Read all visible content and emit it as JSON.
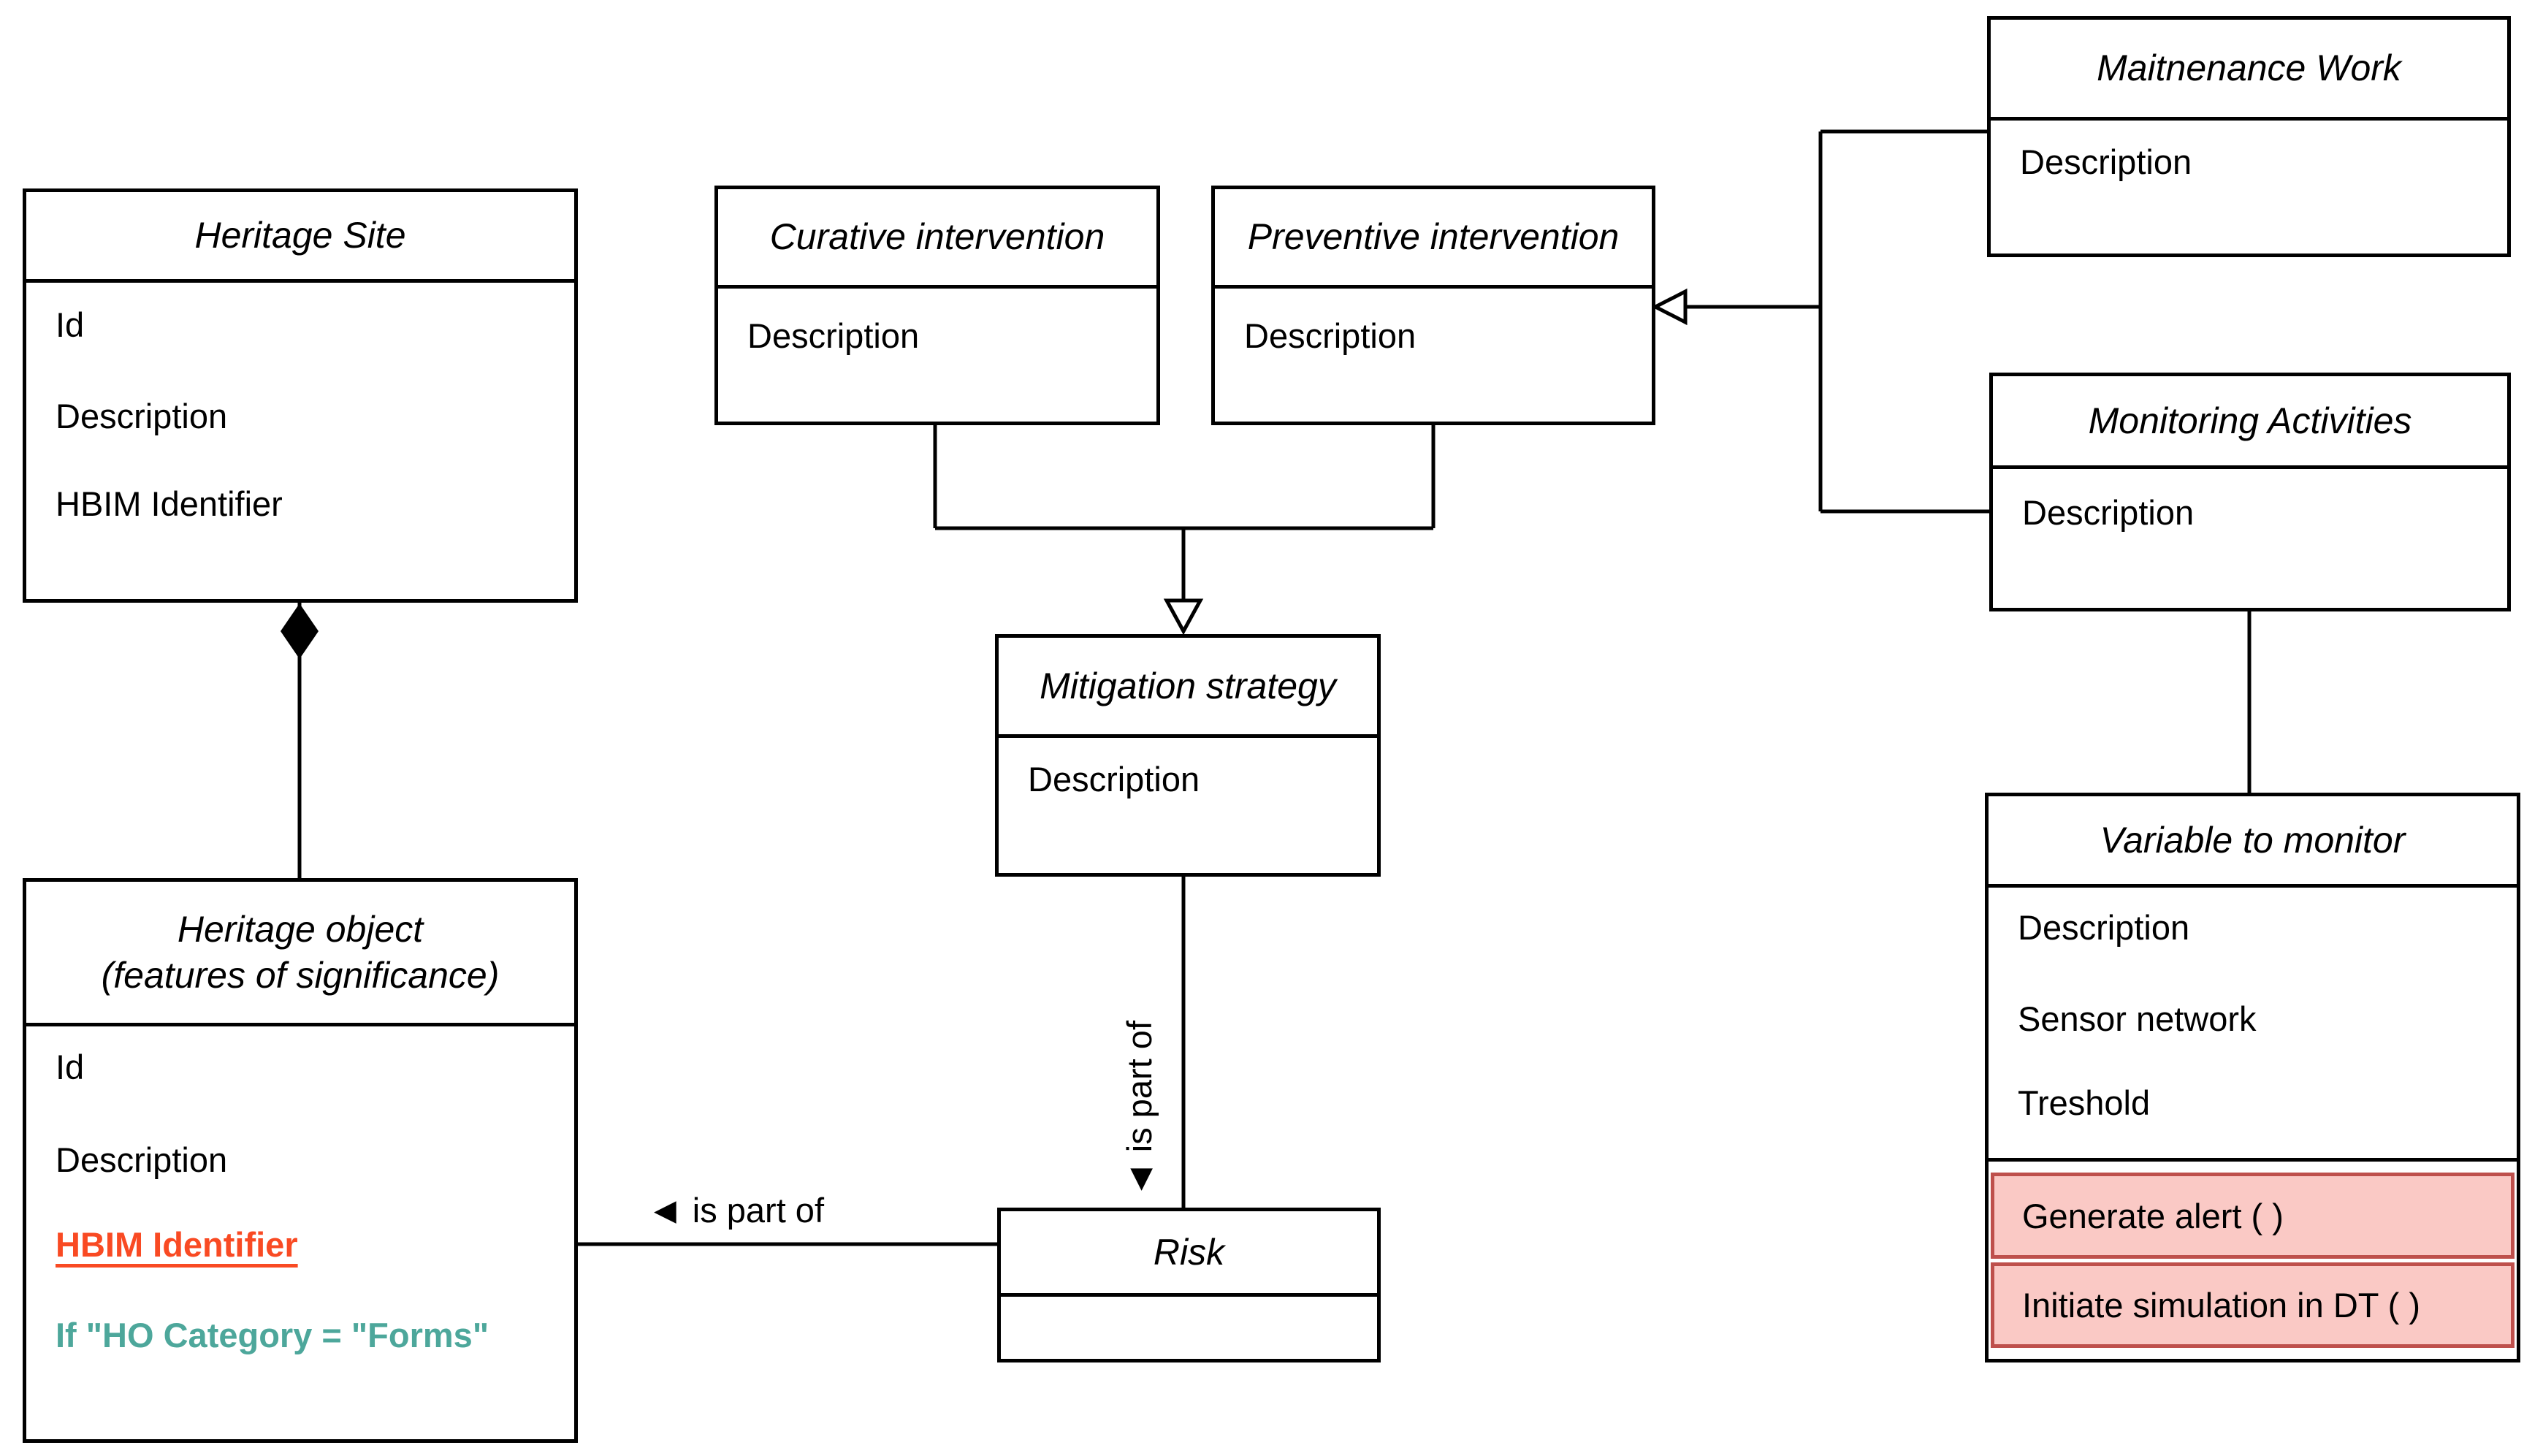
{
  "colors": {
    "line": "#000000",
    "box_fill": "#ffffff",
    "hbim_accent": "#F94A23",
    "condition_accent": "#4DA79B",
    "method_fill": "#FAC9C5",
    "method_border": "#BE504C"
  },
  "boxes": {
    "heritage_site": {
      "title": "Heritage Site",
      "attrs": [
        "Id",
        "Description",
        "HBIM Identifier"
      ]
    },
    "curative_intervention": {
      "title": "Curative intervention",
      "attrs": [
        "Description"
      ]
    },
    "preventive_intervention": {
      "title": "Preventive intervention",
      "attrs": [
        "Description"
      ]
    },
    "maintenance_work": {
      "title": "Maitnenance Work",
      "attrs": [
        "Description"
      ]
    },
    "monitoring_activities": {
      "title": "Monitoring Activities",
      "attrs": [
        "Description"
      ]
    },
    "mitigation_strategy": {
      "title": "Mitigation strategy",
      "attrs": [
        "Description"
      ]
    },
    "heritage_object": {
      "title_line1": "Heritage object",
      "title_line2": "(features of significance)",
      "attrs": [
        "Id",
        "Description"
      ],
      "hbim_attr": "HBIM Identifier",
      "condition_attr": "If \"HO Category = \"Forms\""
    },
    "risk": {
      "title": "Risk"
    },
    "variable_to_monitor": {
      "title": "Variable to monitor",
      "attrs": [
        "Description",
        "Sensor network",
        "Treshold"
      ],
      "methods": [
        "Generate alert ( )",
        "Initiate simulation in DT ( )"
      ]
    }
  },
  "labels": {
    "is_part_of_horizontal": "is part of",
    "is_part_of_vertical": "is part of",
    "arrow_glyph": "◀"
  }
}
